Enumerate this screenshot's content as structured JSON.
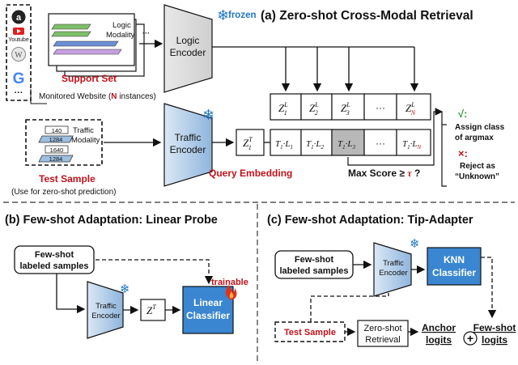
{
  "titles": {
    "a": "(a) Zero-shot Cross-Modal Retrieval",
    "b": "(b) Few-shot Adaptation: Linear Probe",
    "c": "(c) Few-shot Adaptation: Tip-Adapter"
  },
  "icons": [
    {
      "name": "amazon-icon",
      "glyph": "a",
      "color": "#222222"
    },
    {
      "name": "youtube-icon",
      "label": "Youtube",
      "color": "#e02020"
    },
    {
      "name": "wikipedia-icon",
      "glyph": "W",
      "color": "#888888"
    },
    {
      "name": "google-icon",
      "glyph": "G",
      "color": "#4285f4"
    }
  ],
  "panel_a": {
    "ellipsis": "···",
    "monitored_website": "Monitored Website (",
    "monitored_n": "N",
    "monitored_suffix": " instances)",
    "support_set": "Support Set",
    "logic_modality_1": "Logic",
    "logic_modality_2": "Modality",
    "logic_encoder_1": "Logic",
    "logic_encoder_2": "Encoder",
    "frozen": "frozen",
    "traffic_values": [
      "140",
      "1284",
      "1640",
      "1284"
    ],
    "traffic_modality_1": "Traffic",
    "traffic_modality_2": "Modality",
    "traffic_encoder_1": "Traffic",
    "traffic_encoder_2": "Encoder",
    "test_sample": "Test Sample",
    "test_sample_note": "(Use for zero-shot prediction)",
    "query_embedding": "Query Embedding",
    "query_vec": "Z",
    "query_sup": "T",
    "query_sub": "1",
    "z_cells": [
      {
        "base": "Z",
        "sub": "1",
        "sup": "L"
      },
      {
        "base": "Z",
        "sub": "2",
        "sup": "L"
      },
      {
        "base": "Z",
        "sub": "3",
        "sup": "L"
      },
      {
        "base": "···",
        "sub": "",
        "sup": ""
      },
      {
        "base": "Z",
        "sub": "N",
        "sup": "L"
      }
    ],
    "score_cells": [
      {
        "a": "T",
        "as": "1",
        "b": "L",
        "bs": "1"
      },
      {
        "a": "T",
        "as": "1",
        "b": "L",
        "bs": "2"
      },
      {
        "a": "T",
        "as": "1",
        "b": "L",
        "bs": "3"
      },
      {
        "a": "···",
        "as": "",
        "b": "",
        "bs": ""
      },
      {
        "a": "T",
        "as": "1",
        "b": "L",
        "bs": "N"
      }
    ],
    "max_score": "Max Score ≥ ",
    "tau": "τ",
    "max_score_suffix": " ?",
    "check": "√:",
    "accept_1": "Assign class",
    "accept_2": "of argmax",
    "cross": "×:",
    "reject_1": "Reject as",
    "reject_2": "“Unknown”"
  },
  "panel_b": {
    "fewshot_1": "Few-shot",
    "fewshot_2": "labeled samples",
    "encoder_1": "Traffic",
    "encoder_2": "Encoder",
    "zt": "Z",
    "zt_sup": "T",
    "linear_1": "Linear",
    "linear_2": "Classifier",
    "trainable": "trainable"
  },
  "panel_c": {
    "fewshot_1": "Few-shot",
    "fewshot_2": "labeled samples",
    "encoder_1": "Traffic",
    "encoder_2": "Encoder",
    "knn_1": "KNN",
    "knn_2": "Classifier",
    "test_sample": "Test Sample",
    "zeroshot_1": "Zero-shot",
    "zeroshot_2": "Retrieval",
    "anchor_1": "Anchor",
    "anchor_2": "logits",
    "plus": "+",
    "fewshot_logits_1": "Few-shot",
    "fewshot_logits_2": "logits"
  }
}
